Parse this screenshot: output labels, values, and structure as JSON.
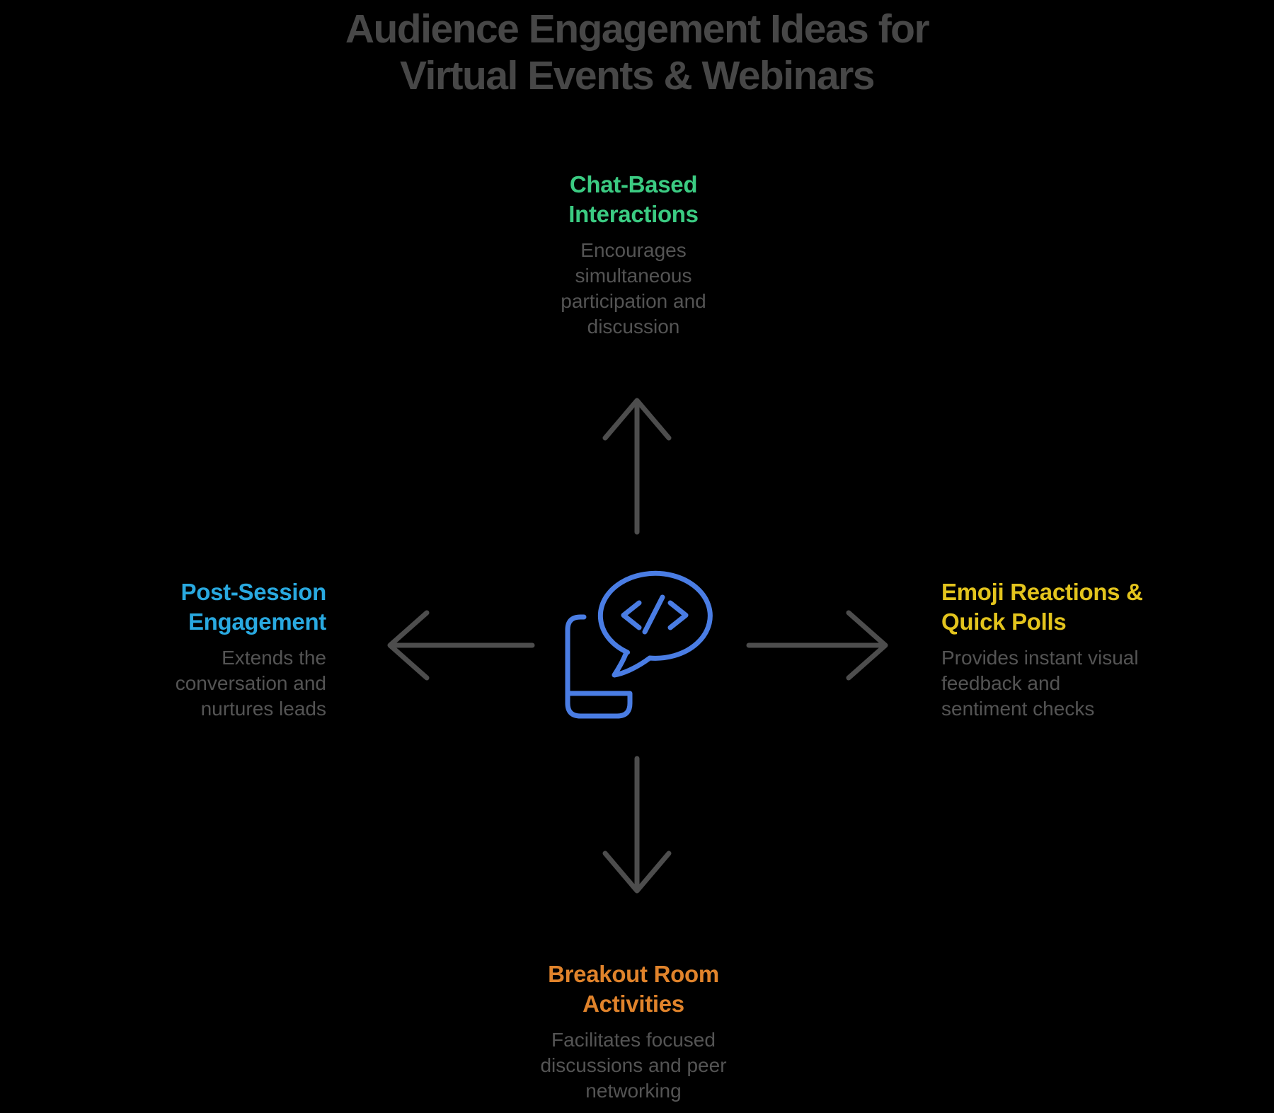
{
  "colors": {
    "background": "#000000",
    "title": "#474747",
    "body_text": "#545454",
    "arrow": "#4d4d4d",
    "green": "#3bcb82",
    "blue": "#29a9e0",
    "yellow": "#e3c41d",
    "orange": "#e0832b",
    "icon_blue": "#4a7de4"
  },
  "title": {
    "text": "Audience Engagement Ideas for\nVirtual Events & Webinars"
  },
  "center_icon": {
    "name": "phone-chat-code-icon",
    "description": "smartphone with speech bubble containing code symbol </>"
  },
  "nodes": {
    "top": {
      "title": "Chat-Based\nInteractions",
      "description": "Encourages\nsimultaneous\nparticipation and\ndiscussion",
      "accent": "green"
    },
    "right": {
      "title": "Emoji Reactions &\nQuick Polls",
      "description": "Provides instant visual\nfeedback and\nsentiment checks",
      "accent": "yellow"
    },
    "bottom": {
      "title": "Breakout Room\nActivities",
      "description": "Facilitates focused\ndiscussions and peer\nnetworking",
      "accent": "orange"
    },
    "left": {
      "title": "Post-Session\nEngagement",
      "description": "Extends the\nconversation and\nnurtures leads",
      "accent": "blue"
    }
  },
  "arrows": [
    "up",
    "right",
    "down",
    "left"
  ]
}
